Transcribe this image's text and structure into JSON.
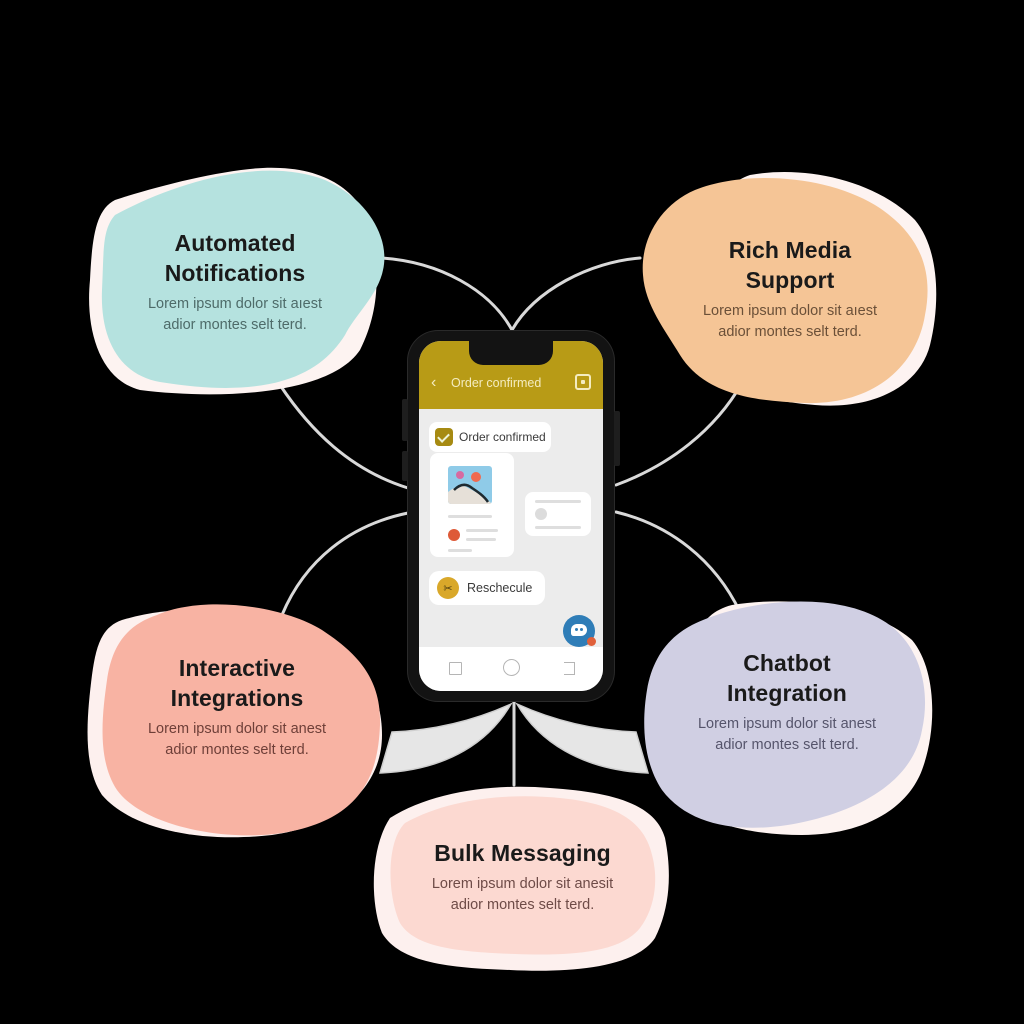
{
  "diagram": {
    "background": "#000000",
    "connector_color": "#d8d8d8",
    "center": {
      "type": "phone-mockup",
      "app": {
        "header_title": "Order confirmed",
        "header_color": "#b89b16",
        "back_icon": "chevron-left-icon",
        "header_action_icon": "camera-icon",
        "confirmation_chip": {
          "icon": "checkbox-checked-icon",
          "label": "Order confirmed"
        },
        "media_card": {
          "icon": "image-icon"
        },
        "message_card": {},
        "action_chip": {
          "icon": "reschedule-icon",
          "label": "Reschecule"
        },
        "fab": {
          "icon": "chatbot-icon",
          "color": "#2f7db7"
        },
        "nav_bar": {
          "items": [
            "recent-apps-icon",
            "home-icon",
            "back-icon"
          ]
        }
      }
    },
    "features": [
      {
        "id": "automated-notifications",
        "title_line1": "Automated",
        "title_line2": "Notifications",
        "desc_line1": "Lorem ipsum dolor sit aıest",
        "desc_line2": "adior montes selt terd.",
        "color": "#b5e2df",
        "position": "top-left"
      },
      {
        "id": "rich-media-support",
        "title_line1": "Rich Media",
        "title_line2": "Support",
        "desc_line1": "Lorem ipsum dolor sit aıest",
        "desc_line2": "adior montes selt terd.",
        "color": "#f5c596",
        "position": "top-right"
      },
      {
        "id": "interactive-integrations",
        "title_line1": "Interactive",
        "title_line2": "Integrations",
        "desc_line1": "Lorem ipsum dolor sit anest",
        "desc_line2": "adior montes selt terd.",
        "color": "#f8b3a3",
        "position": "middle-left"
      },
      {
        "id": "chatbot-integration",
        "title_line1": "Chatbot",
        "title_line2": "Integration",
        "desc_line1": "Lorem ipsum dolor sit anest",
        "desc_line2": "adior montes selt terd.",
        "color": "#d0cfe3",
        "position": "middle-right"
      },
      {
        "id": "bulk-messaging",
        "title_line1": "Bulk Messaging",
        "title_line2": "",
        "desc_line1": "Lorem ipsum dolor sit anesit",
        "desc_line2": "adior montes selt terd.",
        "color": "#fcd9d1",
        "position": "bottom-center"
      }
    ]
  }
}
